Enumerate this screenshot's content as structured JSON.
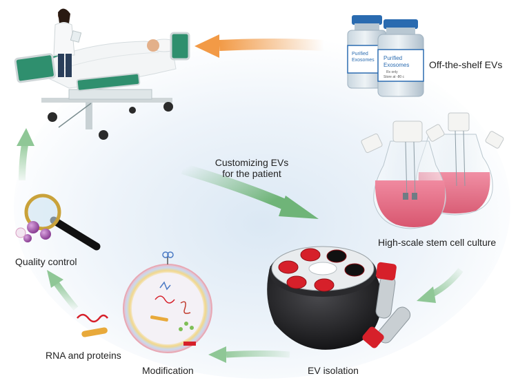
{
  "labels": {
    "off_the_shelf": "Off-the-shelf EVs",
    "customizing_line1": "Customizing EVs",
    "customizing_line2": "for the patient",
    "stem_cell_culture": "High-scale stem cell culture",
    "quality_control": "Quality control",
    "ev_isolation": "EV isolation",
    "modification": "Modification",
    "rna_proteins": "RNA and proteins"
  },
  "vial_labels": {
    "left_title_1": "Purified",
    "left_title_2": "Exosomes",
    "right_title_1": "Purified",
    "right_title_2": "Exosomes",
    "right_sub_1": "Rx only",
    "right_sub_2": "Store at -80 c"
  },
  "colors": {
    "orange_arrow": "#f29a46",
    "green_arrow": "#7dbb84",
    "bed_frame": "#2f8f6e",
    "culture_medium": "#e8748a",
    "rotor_black": "#1c1c1e",
    "cap_red": "#d6202a",
    "vial_cap_blue": "#2a6bb0"
  },
  "icons": [
    "patient-bed-icon",
    "doctor-icon",
    "vial-icon",
    "culture-flask-icon",
    "centrifuge-rotor-icon",
    "test-tube-icon",
    "exosome-icon",
    "magnifier-icon",
    "rna-strand-icon",
    "protein-icon"
  ]
}
